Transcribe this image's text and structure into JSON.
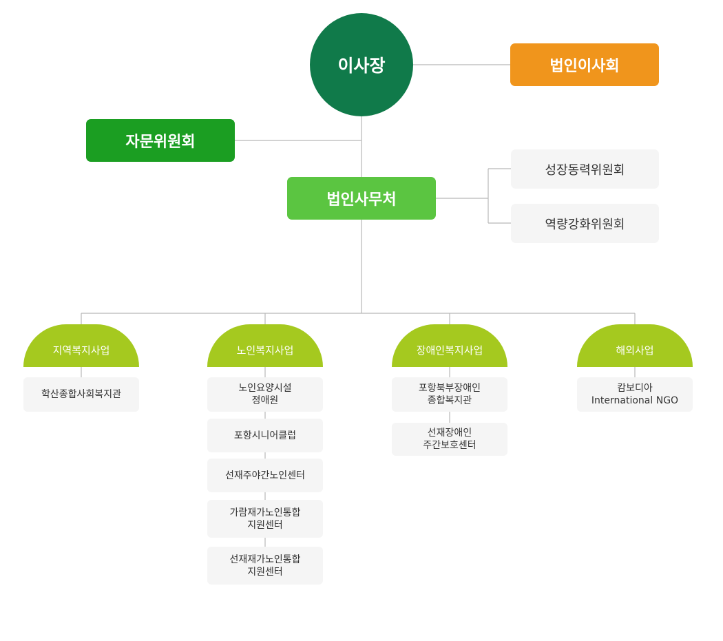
{
  "chairman": {
    "label": "이사장"
  },
  "board": {
    "label": "법인이사회"
  },
  "advisory_committee": {
    "label": "자문위원회"
  },
  "secretariat": {
    "label": "법인사무처"
  },
  "committees": [
    {
      "label": "성장동력위원회"
    },
    {
      "label": "역량강화위원회"
    }
  ],
  "colors": {
    "chairman": "#107a4a",
    "board": "#f0951c",
    "advisory": "#1b9e22",
    "secretariat": "#5bc541",
    "division": "#a5c91f",
    "box": "#f5f5f5",
    "line": "#b8b8b8"
  },
  "divisions": [
    {
      "label": "지역복지사업",
      "facilities": [
        "학산종합사회복지관"
      ]
    },
    {
      "label": "노인복지사업",
      "facilities": [
        "노인요양시설\n정애원",
        "포항시니어클럽",
        "선재주야간노인센터",
        "가람재가노인통합\n지원센터",
        "선재재가노인통합\n지원센터"
      ]
    },
    {
      "label": "장애인복지사업",
      "facilities": [
        "포항북부장애인\n종합복지관",
        "선재장애인\n주간보호센터"
      ]
    },
    {
      "label": "해외사업",
      "facilities": [
        "캄보디아\nInternational NGO"
      ]
    }
  ]
}
